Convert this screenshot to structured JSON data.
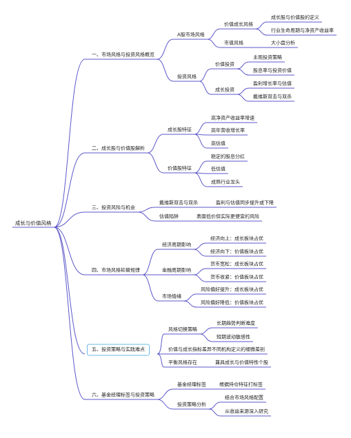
{
  "colors": {
    "line": "#5b57c9",
    "highlight": "#6bb8e8",
    "text": "#222222"
  },
  "mindmap": {
    "root": "成长与价值风格",
    "branches": [
      {
        "label": "一、市场风格与投资风格概览",
        "children": [
          {
            "label": "A股市场风格",
            "children": [
              {
                "label": "价值成长风格",
                "children": [
                  "成长股与价值股的定义",
                  "行业生命周期与净资产收益率"
                ]
              },
              {
                "label": "市值风格",
                "children": [
                  "大小盘分析"
                ]
              }
            ]
          },
          {
            "label": "投资风格",
            "children": [
              {
                "label": "价值投资",
                "children": [
                  "主观投资策略",
                  "股息率与投资价值"
                ]
              },
              {
                "label": "成长投资",
                "children": [
                  "盈利增长率与估值",
                  "戴维斯双击与双杀"
                ]
              }
            ]
          }
        ]
      },
      {
        "label": "二、成长股与价值股解析",
        "children": [
          {
            "label": "成长股特征",
            "children": [
              "高净资产收益率增速",
              "高年营收增长率",
              "高估值"
            ]
          },
          {
            "label": "价值股特征",
            "children": [
              "稳定的股息分红",
              "低估值",
              "成熟行业龙头"
            ]
          }
        ]
      },
      {
        "label": "三、投资风险与机会",
        "children": [
          {
            "label": "戴维斯双击与双杀",
            "children": [
              "盈利与估值同步提升或下降"
            ]
          },
          {
            "label": "估值陷阱",
            "children": [
              "表面低价但实际更便宜的风险"
            ]
          }
        ]
      },
      {
        "label": "四、市场风格轮替规律",
        "children": [
          {
            "label": "经济周期影响",
            "children": [
              "经济向上：成长板块占优",
              "经济向下：价值板块占优"
            ]
          },
          {
            "label": "金融周期影响",
            "children": [
              "货币宽松：成长板块占优",
              "货币收紧：价值板块占优"
            ]
          },
          {
            "label": "市场情绪",
            "children": [
              "风险偏好提升：成长板块占优",
              "风险偏好降低：价值板块占优"
            ]
          }
        ]
      },
      {
        "label": "五、投资策略与实践难点",
        "highlighted": true,
        "children": [
          {
            "label": "风格切换策略",
            "children": [
              "长期趋势判断难度",
              "短期波动敏感性"
            ]
          },
          {
            "label": "价值与成长指标差异",
            "children": [
              "不同机构定义的细微差别"
            ]
          },
          {
            "label": "平衡风格存在",
            "children": [
              "兼具成长与价值特性个股"
            ]
          }
        ]
      },
      {
        "label": "六、基金经理标签与投资策略",
        "children": [
          {
            "label": "基金经理标签",
            "children": [
              "根据持仓特征打标签"
            ]
          },
          {
            "label": "投资策略分析",
            "children": [
              "结合市场风格配置",
              "从收益来源深入研究"
            ]
          }
        ]
      }
    ]
  }
}
